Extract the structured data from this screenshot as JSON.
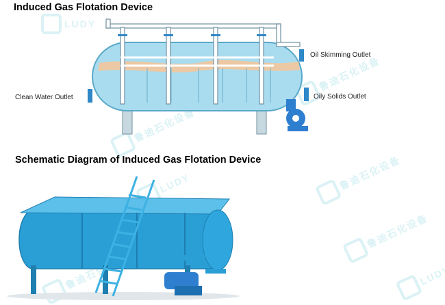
{
  "titles": {
    "top": "Induced Gas Flotation Device",
    "bottom": "Schematic Diagram of Induced Gas Flotation Device"
  },
  "labels": {
    "oil_skimming_outlet": "Oil Skimming Outlet",
    "clean_water_outlet": "Clean Water Outlet",
    "oily_solids_outlet": "Oily Solids Outlet"
  },
  "watermark": {
    "brand": "LUDY",
    "chinese": "鲁迪石化设备"
  },
  "colors": {
    "tank_fill": "#a9dcef",
    "tank_stroke": "#5aa8c8",
    "oil_layer": "#f3c79b",
    "pipe": "#ffffff",
    "pipe_stroke": "#6f8fa0",
    "flange": "#2f88c8",
    "pump": "#2f7fd0",
    "tank3d": "#2a9fd6"
  }
}
